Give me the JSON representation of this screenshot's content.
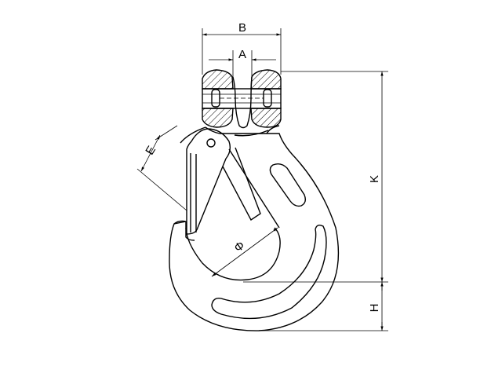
{
  "diagram": {
    "labels": {
      "B": "B",
      "A": "A",
      "K": "K",
      "E": "E",
      "phi": "Φ",
      "H": "H"
    }
  }
}
